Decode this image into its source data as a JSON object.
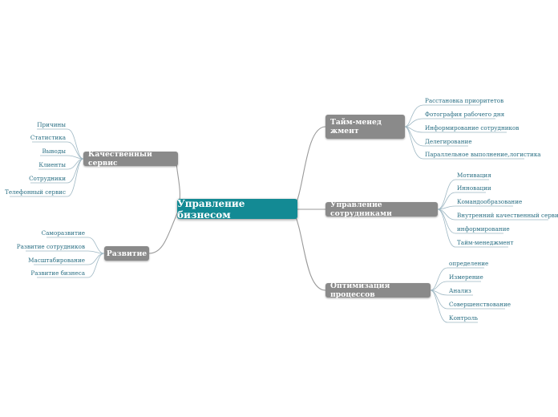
{
  "root": {
    "label": "Управление бизнесом"
  },
  "branches": {
    "time": {
      "label": "Тайм-менеджмент",
      "leaves": [
        "Расстановка приоритетов",
        "Фотография рабочего дня",
        "Информирование сотрудников",
        "Делегирование",
        "Параллельное выполнение,логистика"
      ]
    },
    "staff": {
      "label": "Управление сотрудниками",
      "leaves": [
        "Мотивация",
        "Инновации",
        "Командообразование",
        "Внутренний качественный сервис",
        "информирование",
        "Тайм-менеджмент"
      ]
    },
    "process": {
      "label": "Оптимизация процессов",
      "leaves": [
        "определение",
        "Измерение",
        "Анализ",
        "Совершенствование",
        "Контроль"
      ]
    },
    "service": {
      "label": "Качественный сервис",
      "leaves": [
        "Причины",
        "Статистика",
        "Выводы",
        "Клиенты",
        "Сотрудники",
        "Телефонный сервис"
      ]
    },
    "dev": {
      "label": "Развитие",
      "leaves": [
        "Саморазвитие",
        "Развитие сотрудников",
        "Масштабирование",
        "Развитие бизнеса"
      ]
    }
  },
  "colors": {
    "root": "#138a94",
    "branch": "#8a8a8a",
    "line": "#9a9a9a",
    "leaf_line": "#9fb8c4",
    "leaf_text": "#2a6f84"
  }
}
